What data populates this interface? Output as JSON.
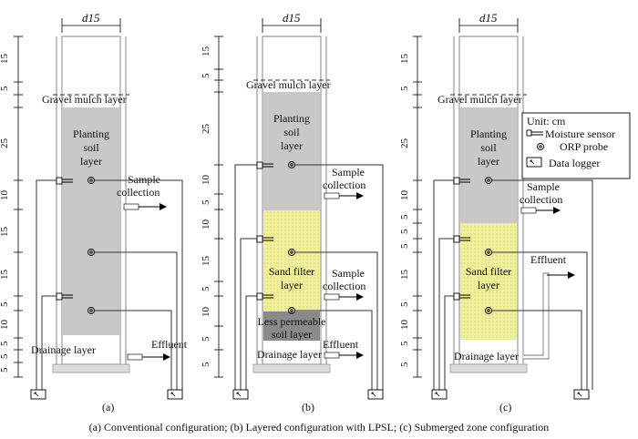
{
  "diameter_label": "d15",
  "layers": {
    "gravel": "Gravel mulch layer",
    "planting_soil": [
      "Planting",
      "soil",
      "layer"
    ],
    "sand_filter": [
      "Sand filter",
      "layer"
    ],
    "less_permeable": [
      "Less permeable",
      "soil layer"
    ],
    "drainage": "Drainage layer"
  },
  "outlets": {
    "sample_collection": [
      "Sample",
      "collection"
    ],
    "effluent": "Effluent"
  },
  "legend": {
    "unit": "Unit: cm",
    "moisture_sensor": "Moisture sensor",
    "orp_probe": "ORP probe",
    "data_logger": "Data logger"
  },
  "dimensions": {
    "a": [
      "15",
      "5",
      "25",
      "10",
      "15",
      "15",
      "5",
      "10",
      "5",
      "5",
      "5"
    ],
    "b": [
      "15",
      "5",
      "25",
      "10",
      "5",
      "10",
      "15",
      "5",
      "10",
      "5",
      "5"
    ],
    "c": [
      "15",
      "5",
      "25",
      "10",
      "5",
      "5",
      "5",
      "15",
      "5",
      "10",
      "5",
      "5"
    ]
  },
  "panel_labels": [
    "(a)",
    "(b)",
    "(c)"
  ],
  "caption": "(a) Conventional configuration; (b) Layered configuration with LPSL; (c) Submerged zone configuration",
  "colors": {
    "soil": "#c8c8c8",
    "sand": "#f0ef9a",
    "less_permeable": "#8a8a8a"
  }
}
